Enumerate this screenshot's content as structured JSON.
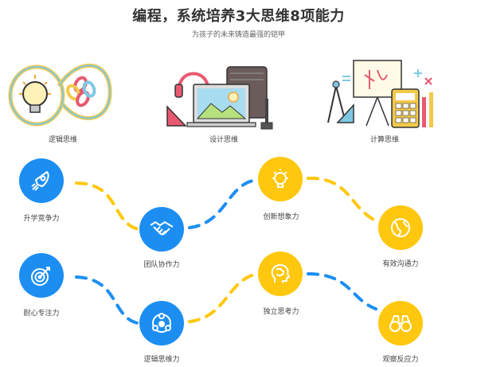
{
  "header": {
    "title": "编程，系统培养3大思维8项能力",
    "subtitle": "为孩子的未来铸造最强的铠甲"
  },
  "thinking": [
    {
      "label": "逻辑思维",
      "icon": "lightbulb-gears-icon"
    },
    {
      "label": "设计思维",
      "icon": "headphones-drawing-tablet-icon"
    },
    {
      "label": "计算思维",
      "icon": "compass-calculator-icon"
    }
  ],
  "abilities": [
    {
      "label": "升学竞争力",
      "icon": "rocket-icon",
      "color": "#1c8ef2"
    },
    {
      "label": "团队协作力",
      "icon": "handshake-icon",
      "color": "#1c8ef2"
    },
    {
      "label": "创新想象力",
      "icon": "lightbulb-icon",
      "color": "#ffc70d"
    },
    {
      "label": "有效沟通力",
      "icon": "globe-icon",
      "color": "#ffc70d"
    },
    {
      "label": "耐心专注力",
      "icon": "target-icon",
      "color": "#1c8ef2"
    },
    {
      "label": "逻辑思维力",
      "icon": "network-icon",
      "color": "#1c8ef2"
    },
    {
      "label": "独立思考力",
      "icon": "brain-head-icon",
      "color": "#ffc70d"
    },
    {
      "label": "观察反应力",
      "icon": "binoculars-icon",
      "color": "#ffc70d"
    }
  ],
  "colors": {
    "blue": "#1c8ef2",
    "yellow": "#ffc70d"
  }
}
